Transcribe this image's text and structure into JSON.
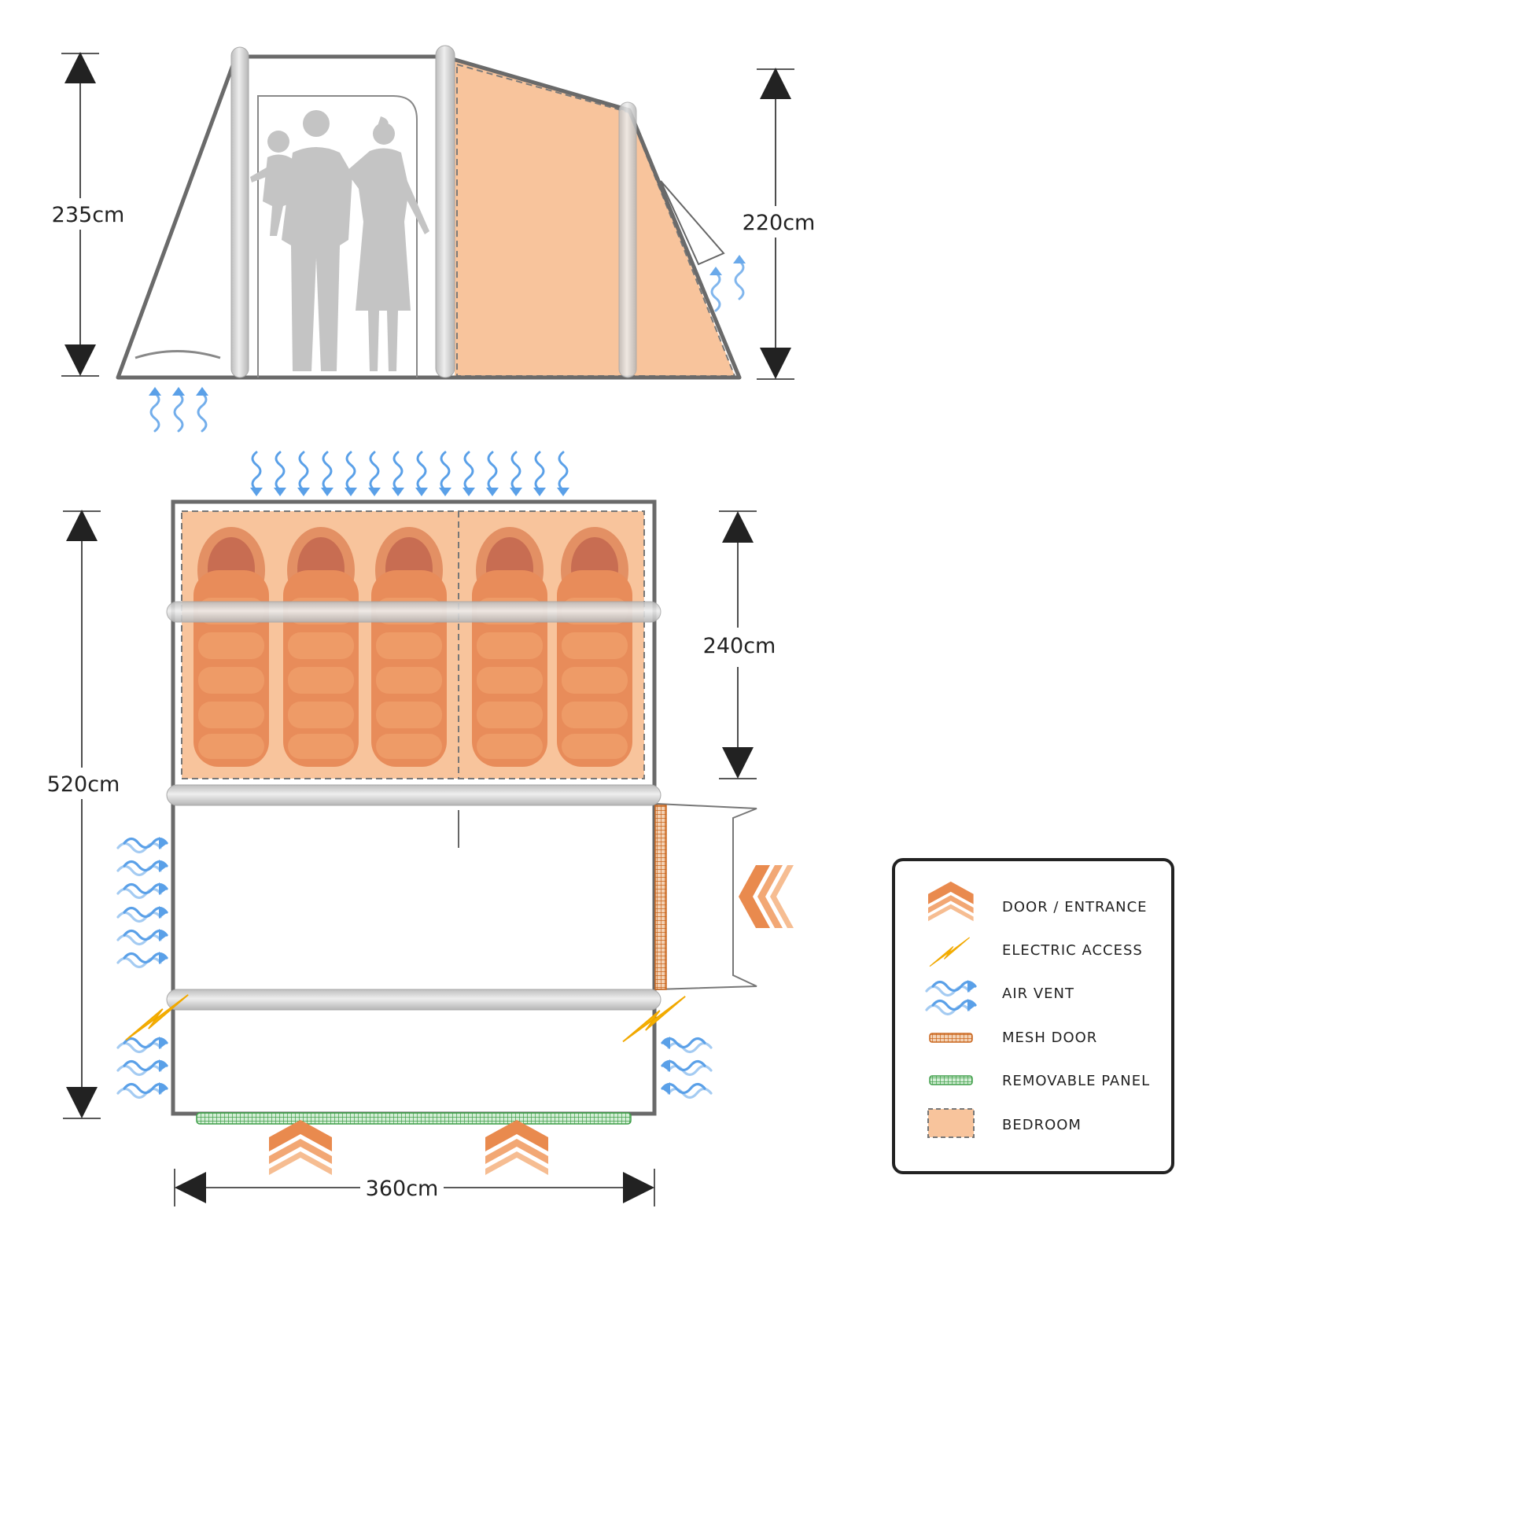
{
  "dimensions": {
    "side_height": "235cm",
    "bedroom_height": "220cm",
    "bedroom_depth": "240cm",
    "total_length": "520cm",
    "total_width": "360cm"
  },
  "legend": {
    "door": "DOOR / ENTRANCE",
    "electric": "ELECTRIC ACCESS",
    "vent": "AIR VENT",
    "mesh": "MESH DOOR",
    "panel": "REMOVABLE PANEL",
    "bedroom": "BEDROOM"
  },
  "colors": {
    "bedroom": "#F8C49C",
    "bag_dark": "#E07B45",
    "bag_light": "#EE9A63",
    "pole": "#CFCFCF",
    "outline": "#666666",
    "vent": "#5AA0E8",
    "electric": "#F6B700",
    "mesh": "#CC6A1E",
    "panel": "#3FA04A",
    "door_arrow": "#E98A4E"
  },
  "icons": {
    "door": "door-entrance-icon",
    "electric": "lightning-icon",
    "vent": "air-vent-icon",
    "mesh": "mesh-door-icon",
    "panel": "removable-panel-icon",
    "bedroom": "bedroom-swatch-icon"
  }
}
